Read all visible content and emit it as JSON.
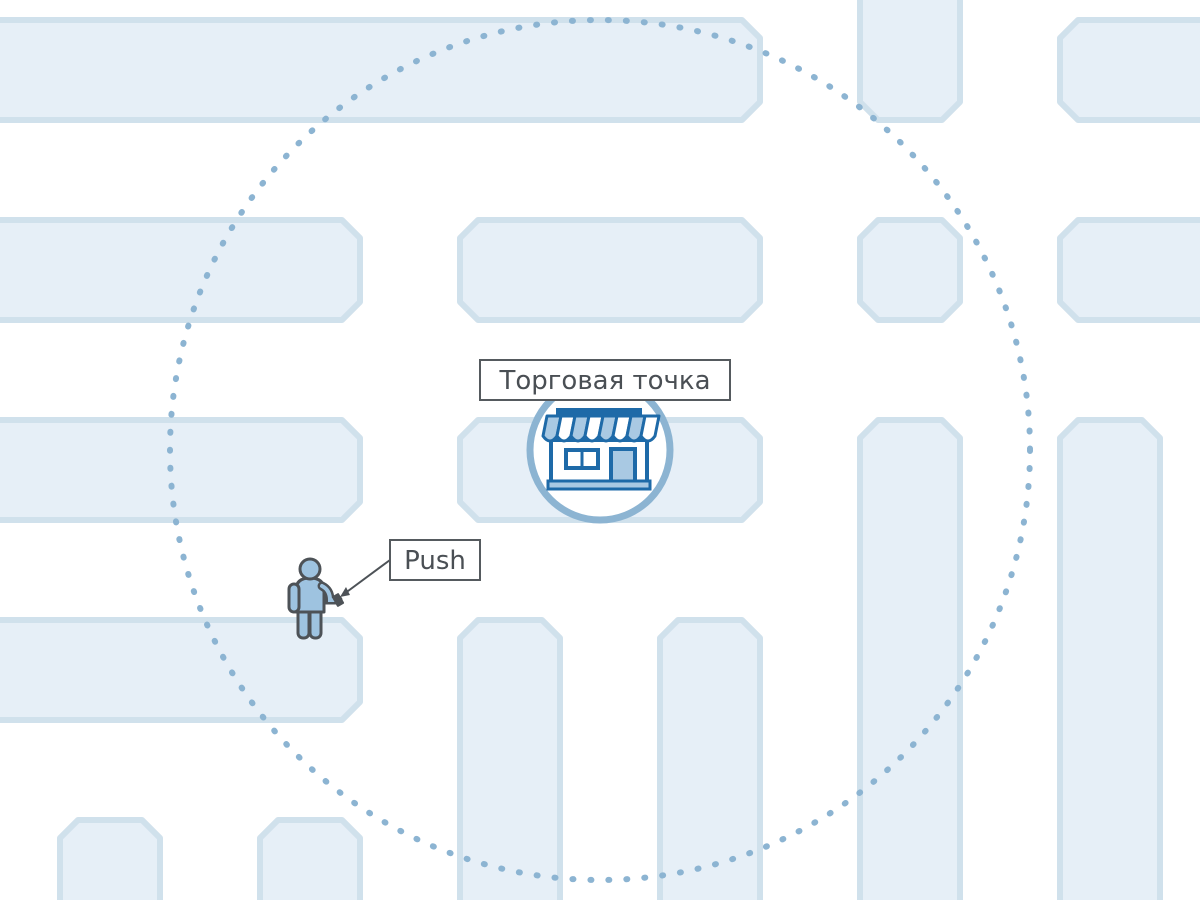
{
  "colors": {
    "block_fill": "#e6eff7",
    "block_stroke": "#d0e1ec",
    "radius_stroke": "#8cb4d2",
    "store_primary": "#1e6aa8",
    "store_fill": "#a9c9e3",
    "person_fill": "#9ec3e0",
    "person_stroke": "#4d5257",
    "label_stroke": "#555a5e",
    "label_text": "#4a4f54"
  },
  "map": {
    "background": "#ffffff",
    "radius_style": "dotted"
  },
  "store": {
    "label": "Торговая точка",
    "icon": "storefront-icon"
  },
  "user": {
    "icon": "person-with-phone-icon",
    "notification_label": "Push"
  }
}
